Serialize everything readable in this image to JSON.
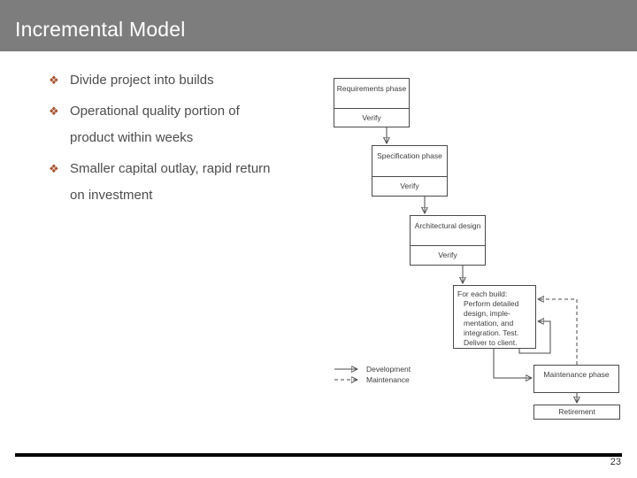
{
  "slide": {
    "title": "Incremental Model",
    "page_number": "23"
  },
  "bullets": [
    {
      "marker": "❖",
      "lines": [
        "Divide project into builds"
      ]
    },
    {
      "marker": "❖",
      "lines": [
        "Operational quality portion of",
        "product within weeks"
      ]
    },
    {
      "marker": "❖",
      "lines": [
        "Smaller capital outlay, rapid return",
        "on investment"
      ]
    }
  ],
  "diagram": {
    "requirements": {
      "label": "Requirements phase",
      "verify": "Verify"
    },
    "specification": {
      "label": "Specification phase",
      "verify": "Verify"
    },
    "architectural": {
      "label": "Architectural design",
      "verify": "Verify"
    },
    "for_each_build": {
      "lines": [
        "For each build:",
        "Perform detailed",
        "design, imple-",
        "mentation, and",
        "integration. Test.",
        "Deliver to client."
      ]
    },
    "maintenance": {
      "label": "Maintenance phase"
    },
    "retirement": {
      "label": "Retirement"
    },
    "legend": {
      "development": "Development",
      "maintenance": "Maintenance"
    }
  },
  "colors": {
    "header_bg": "#7d7d7d",
    "title_text": "#ffffff",
    "bullet_marker": "#a6502e",
    "body_text": "#4d4d4d",
    "diagram_line": "#4a4a4a",
    "footer_line": "#000000",
    "page_number": "#333333"
  }
}
